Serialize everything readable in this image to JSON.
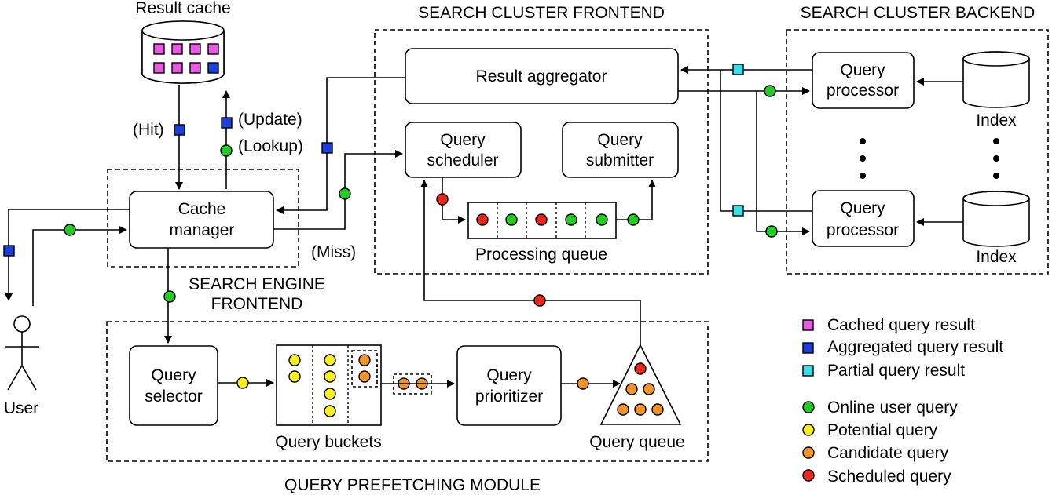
{
  "colors": {
    "cached": "#e75be0",
    "aggregated": "#1a3fdb",
    "partial": "#38e0e8",
    "online": "#22cc22",
    "potential": "#f7f01a",
    "candidate": "#f39226",
    "scheduled": "#e8281c"
  },
  "labels": {
    "result_cache": "Result cache",
    "search_cluster_frontend": "SEARCH CLUSTER FRONTEND",
    "search_cluster_backend": "SEARCH CLUSTER BACKEND",
    "result_aggregator": "Result aggregator",
    "query_scheduler_1": "Query",
    "query_scheduler_2": "scheduler",
    "query_submitter_1": "Query",
    "query_submitter_2": "submitter",
    "processing_queue": "Processing queue",
    "query_processor_top_1": "Query",
    "query_processor_top_2": "processor",
    "query_processor_bottom_1": "Query",
    "query_processor_bottom_2": "processor",
    "index_top": "Index",
    "index_bottom": "Index",
    "cache_manager_1": "Cache",
    "cache_manager_2": "manager",
    "hit": "(Hit)",
    "update": "(Update)",
    "lookup": "(Lookup)",
    "miss": "(Miss)",
    "search_engine_frontend_1": "SEARCH ENGINE",
    "search_engine_frontend_2": "FRONTEND",
    "user": "User",
    "query_selector_1": "Query",
    "query_selector_2": "selector",
    "query_buckets": "Query buckets",
    "query_prioritizer_1": "Query",
    "query_prioritizer_2": "prioritizer",
    "query_queue": "Query queue",
    "query_prefetching_module": "QUERY PREFETCHING MODULE"
  },
  "legend": [
    {
      "label": "Cached query result",
      "shape": "square",
      "color_key": "cached"
    },
    {
      "label": "Aggregated query result",
      "shape": "square",
      "color_key": "aggregated"
    },
    {
      "label": "Partial query result",
      "shape": "square",
      "color_key": "partial"
    },
    {
      "label": "Online user query",
      "shape": "circle",
      "color_key": "online"
    },
    {
      "label": "Potential query",
      "shape": "circle",
      "color_key": "potential"
    },
    {
      "label": "Candidate query",
      "shape": "circle",
      "color_key": "candidate"
    },
    {
      "label": "Scheduled query",
      "shape": "circle",
      "color_key": "scheduled"
    }
  ]
}
